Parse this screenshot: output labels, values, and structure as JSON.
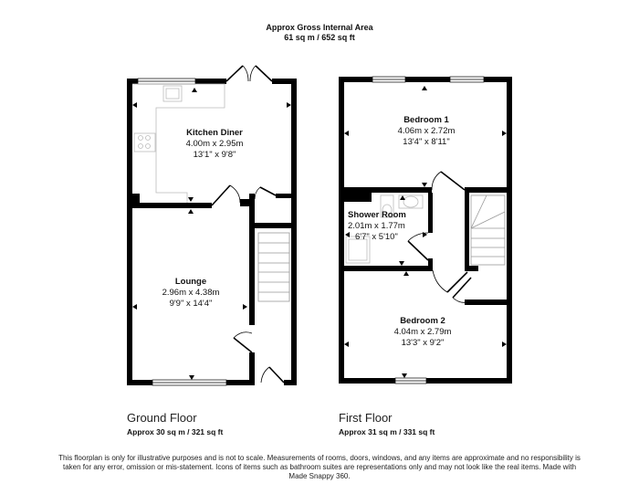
{
  "header": {
    "title": "Approx Gross Internal Area",
    "area": "61 sq m / 652 sq ft"
  },
  "floors": [
    {
      "name": "Ground Floor",
      "area": "Approx 30 sq m / 321 sq ft",
      "rooms": [
        {
          "name": "Kitchen Diner",
          "metric": "4.00m x 2.95m",
          "imperial": "13'1\" x 9'8\""
        },
        {
          "name": "Lounge",
          "metric": "2.96m x 4.38m",
          "imperial": "9'9\" x 14'4\""
        }
      ]
    },
    {
      "name": "First Floor",
      "area": "Approx 31 sq m / 331 sq ft",
      "rooms": [
        {
          "name": "Bedroom 1",
          "metric": "4.06m x 2.72m",
          "imperial": "13'4\" x 8'11\""
        },
        {
          "name": "Shower Room",
          "metric": "2.01m x 1.77m",
          "imperial": "6'7\" x 5'10\""
        },
        {
          "name": "Bedroom 2",
          "metric": "4.04m x 2.79m",
          "imperial": "13'3\" x 9'2\""
        }
      ]
    }
  ],
  "disclaimer": "This floorplan is only for illustrative purposes and is not to scale. Measurements of rooms, doors, windows, and any items are approximate and no responsibility is taken for any error, omission or mis-statement. Icons of items such as bathroom suites are representations only and may not look like the real items. Made with Made Snappy 360.",
  "colors": {
    "wall": "#000000",
    "fixture": "#bbbbbb",
    "background": "#ffffff"
  }
}
